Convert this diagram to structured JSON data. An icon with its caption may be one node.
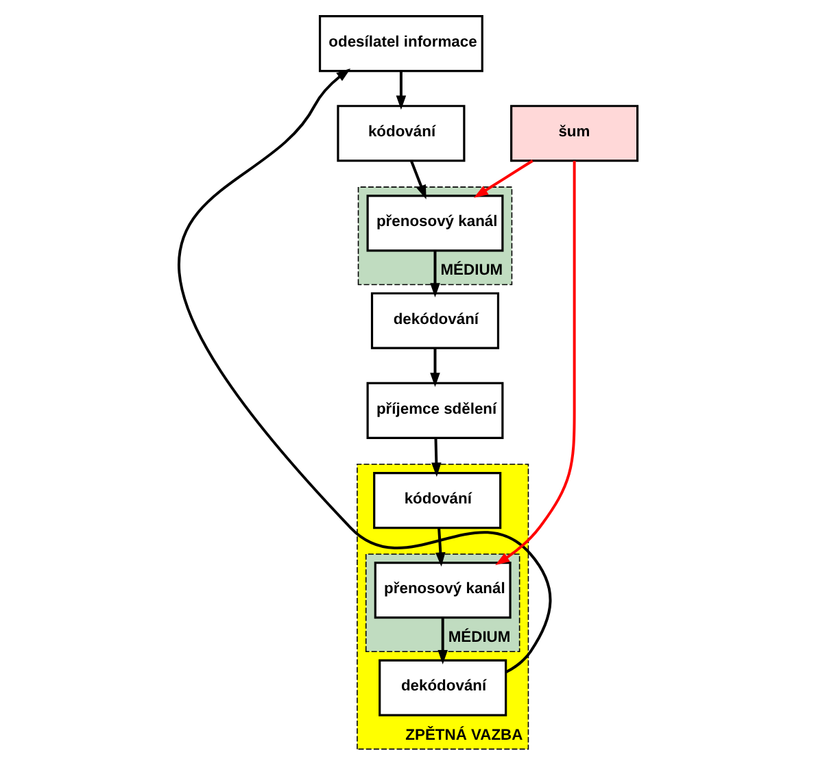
{
  "diagram": {
    "nodes": [
      {
        "text": [
          "ZPĚTNÁ VAZBA"
        ]
      },
      {
        "text": [
          "odesílatel informace"
        ]
      },
      {
        "text": [
          "kódování"
        ]
      },
      {
        "text": [
          "MÉDIUM"
        ]
      },
      {
        "text": [
          "přenosový kanál"
        ],
        "in": 3
      },
      {
        "text": [
          "dekódování"
        ]
      },
      {
        "text": [
          "příjemce sdělení"
        ]
      },
      {
        "text": [
          "šum"
        ]
      },
      {
        "text": [
          "MÉDIUM"
        ],
        "in": 0
      },
      {
        "text": [
          "přenosový kanál"
        ],
        "in": 8
      },
      {
        "text": [
          "dekódování"
        ],
        "in": 0
      },
      {
        "text": [
          "kódování"
        ],
        "in": 0
      }
    ],
    "edges": [
      {
        "from": 1,
        "to": 2,
        "arrow": "to"
      },
      {
        "from": 2,
        "to": 4,
        "arrow": "to"
      },
      {
        "from": 4,
        "to": 5,
        "arrow": "to"
      },
      {
        "from": 5,
        "to": 6,
        "arrow": "to"
      },
      {
        "from": 6,
        "to": 11,
        "arrow": "to"
      },
      {
        "from": 11,
        "to": 9,
        "arrow": "to"
      },
      {
        "from": 9,
        "to": 10,
        "arrow": "to"
      },
      {
        "from": 10,
        "to": 1,
        "arrow": "to"
      },
      {
        "from": 7,
        "to": 4,
        "arrow": "to",
        "color": "#ff0000"
      },
      {
        "from": 7,
        "to": 9,
        "arrow": "to",
        "color": "#ff0000"
      }
    ]
  }
}
